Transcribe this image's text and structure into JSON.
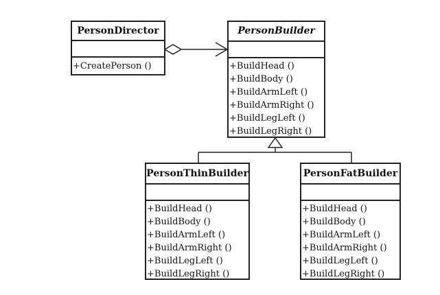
{
  "classes": {
    "director": {
      "name": "PersonDirector",
      "ops": [
        "+CreatePerson ()"
      ]
    },
    "builder": {
      "name": "PersonBuilder",
      "ops": [
        "+BuildHead ()",
        "+BuildBody ()",
        "+BuildArmLeft ()",
        "+BuildArmRight ()",
        "+BuildLegLeft ()",
        "+BuildLegRight ()"
      ]
    },
    "thin": {
      "name": "PersonThinBuilder",
      "ops": [
        "+BuildHead ()",
        "+BuildBody ()",
        "+BuildArmLeft ()",
        "+BuildArmRight ()",
        "+BuildLegLeft ()",
        "+BuildLegRight ()"
      ]
    },
    "fat": {
      "name": "PersonFatBuilder",
      "ops": [
        "+BuildHead ()",
        "+BuildBody ()",
        "+BuildArmLeft ()",
        "+BuildArmRight ()",
        "+BuildLegLeft ()",
        "+BuildLegRight ()"
      ]
    }
  }
}
